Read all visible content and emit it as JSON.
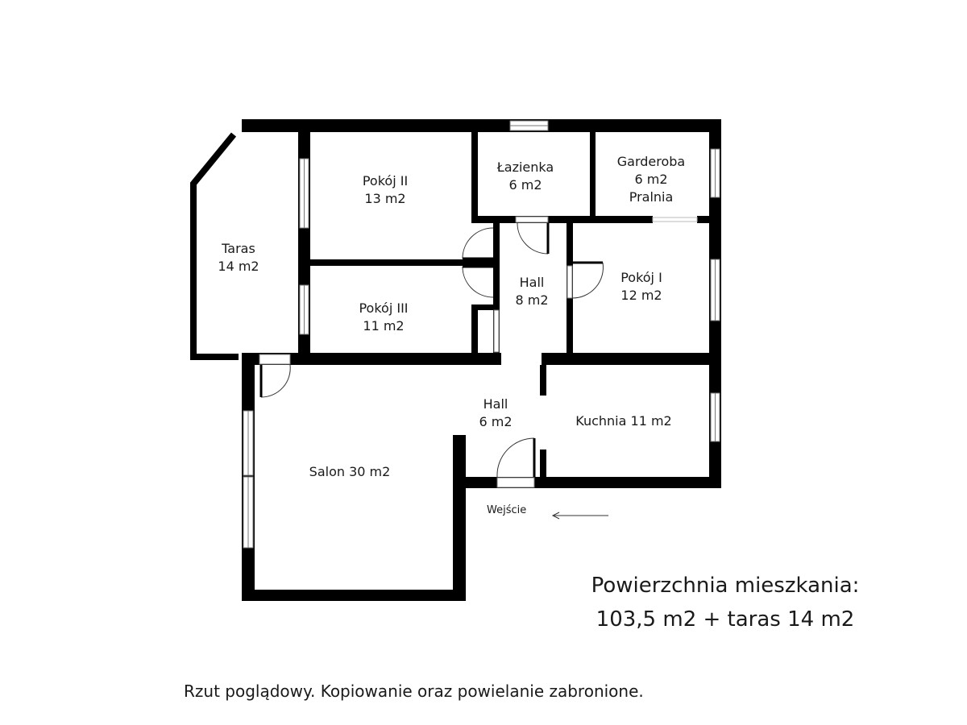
{
  "rooms": {
    "taras": {
      "name": "Taras",
      "area": "14 m2"
    },
    "pokoj2": {
      "name": "Pokój II",
      "area": "13 m2"
    },
    "lazienka": {
      "name": "Łazienka",
      "area": "6 m2"
    },
    "garderoba": {
      "name": "Garderoba",
      "area": "6 m2",
      "extra": "Pralnia"
    },
    "pokoj3": {
      "name": "Pokój III",
      "area": "11 m2"
    },
    "hall1": {
      "name": "Hall",
      "area": "8 m2"
    },
    "pokoj1": {
      "name": "Pokój I",
      "area": "12 m2"
    },
    "hall2": {
      "name": "Hall",
      "area": "6 m2"
    },
    "kuchnia": {
      "name": "Kuchnia 11 m2"
    },
    "salon": {
      "name": "Salon 30 m2"
    }
  },
  "entrance": {
    "label": "Wejście"
  },
  "summary": {
    "line1": "Powierzchnia mieszkania:",
    "line2": "103,5 m2 + taras 14 m2"
  },
  "footer": "Rzut poglądowy. Kopiowanie oraz powielanie zabronione.",
  "colors": {
    "wall": "#000000",
    "background": "#ffffff"
  }
}
